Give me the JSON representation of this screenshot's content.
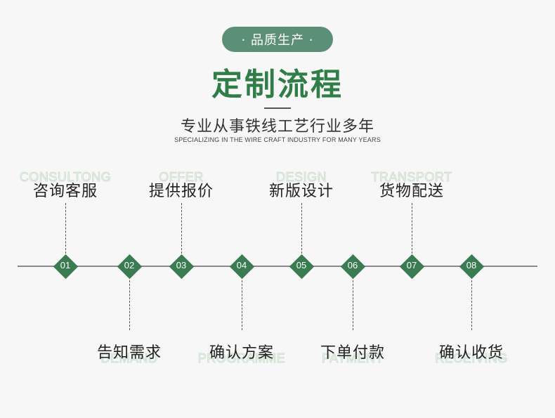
{
  "header": {
    "badge": "· 品质生产 ·",
    "title": "定制流程",
    "subtitle": "专业从事铁线工艺行业多年",
    "subtitle_en": "SPECIALIZING IN THE WIRE CRAFT INDUSTRY FOR MANY YEARS"
  },
  "colors": {
    "accent": "#3a7b52",
    "badge": "#5b8f76",
    "title": "#2f7d47"
  },
  "steps": [
    {
      "num": "01",
      "zh": "咨询客服",
      "en": "CONSULTONG",
      "side": "up"
    },
    {
      "num": "02",
      "zh": "告知需求",
      "en": "DEMAND",
      "side": "down"
    },
    {
      "num": "03",
      "zh": "提供报价",
      "en": "OFFER",
      "side": "up"
    },
    {
      "num": "04",
      "zh": "确认方案",
      "en": "PROGRAMME",
      "side": "down"
    },
    {
      "num": "05",
      "zh": "新版设计",
      "en": "DESIGN",
      "side": "up"
    },
    {
      "num": "06",
      "zh": "下单付款",
      "en": "PAYMENT",
      "side": "down"
    },
    {
      "num": "07",
      "zh": "货物配送",
      "en": "TRANSPORT",
      "side": "up"
    },
    {
      "num": "08",
      "zh": "确认收货",
      "en": "RECEIVING",
      "side": "down"
    }
  ]
}
